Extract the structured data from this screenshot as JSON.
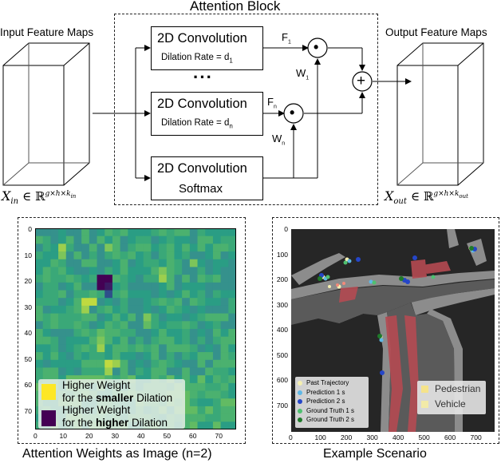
{
  "attention": {
    "title": "Attention Block",
    "input_label": "Input Feature Maps",
    "output_label": "Output Feature Maps",
    "conv1_title": "2D Convolution",
    "conv1_sub": "Dilation Rate = d",
    "conv1_sub_idx": "1",
    "dots": "···",
    "conv2_title": "2D Convolution",
    "conv2_sub": "Dilation Rate = d",
    "conv2_sub_idx": "n",
    "conv3_title": "2D Convolution",
    "conv3_sub": "Softmax",
    "f1": "F",
    "f1_idx": "1",
    "fn": "F",
    "fn_idx": "n",
    "w1": "W",
    "w1_idx": "1",
    "wn": "W",
    "wn_idx": "n",
    "mult": "•",
    "plus": "+",
    "x_in": "X",
    "x_in_sub": "in",
    "x_in_set": "∈ ℝ",
    "x_in_sup": "g×h×k",
    "x_in_sup_sub": "in",
    "x_out": "X",
    "x_out_sub": "out",
    "x_out_set": "∈ ℝ",
    "x_out_sup": "g×h×k",
    "x_out_sup_sub": "out"
  },
  "heatmap": {
    "caption": "Attention Weights as Image (n=2)",
    "y_ticks": [
      "0",
      "10",
      "20",
      "30",
      "40",
      "50",
      "60",
      "70"
    ],
    "x_ticks": [
      "0",
      "10",
      "20",
      "30",
      "40",
      "50",
      "60",
      "70"
    ],
    "legend": {
      "yellow_line1": "Higher Weight",
      "yellow_line2a": "for the ",
      "yellow_line2b": "smaller",
      "yellow_line2c": " Dilation",
      "purple_line1": "Higher Weight",
      "purple_line2a": "for the ",
      "purple_line2b": "higher",
      "purple_line2c": " Dilation",
      "yellow_color": "#fde725",
      "purple_color": "#440154"
    }
  },
  "scenario": {
    "caption": "Example Scenario",
    "y_ticks": [
      "0",
      "100",
      "200",
      "300",
      "400",
      "500",
      "600",
      "700"
    ],
    "x_ticks": [
      "0",
      "100",
      "200",
      "300",
      "400",
      "500",
      "600",
      "700"
    ],
    "legend_items": [
      {
        "label": "Past Trajectory",
        "color": "#f5f0b0"
      },
      {
        "label": "Prediction 1 s",
        "color": "#5fb8e6"
      },
      {
        "label": "Prediction 2 s",
        "color": "#2546c8"
      },
      {
        "label": "Ground Truth 1 s",
        "color": "#4fc070"
      },
      {
        "label": "Ground Truth 2 s",
        "color": "#1f7a2a"
      }
    ],
    "agent_legend": [
      {
        "label": "Pedestrian",
        "color": "#f5e38a"
      },
      {
        "label": "Vehicle",
        "color": "#f2eaa8"
      }
    ]
  }
}
